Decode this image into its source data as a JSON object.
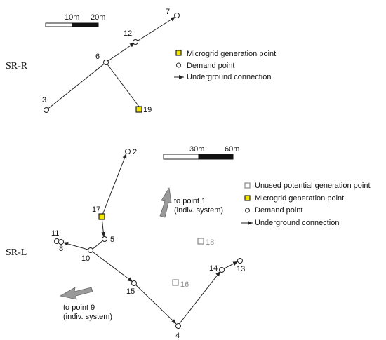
{
  "sr_r": {
    "title": "SR-R",
    "scale": {
      "tick_a": "10m",
      "tick_b": "20m"
    },
    "legend": {
      "generation": "Microgrid generation point",
      "demand": "Demand point",
      "connection": "Underground connection"
    },
    "nodes": {
      "n3": "3",
      "n6": "6",
      "n7": "7",
      "n12": "12",
      "n19": "19"
    }
  },
  "sr_l": {
    "title": "SR-L",
    "scale": {
      "tick_a": "30m",
      "tick_b": "60m"
    },
    "legend": {
      "unused": "Unused potential generation point",
      "generation": "Microgrid generation point",
      "demand": "Demand point",
      "connection": "Underground connection"
    },
    "nodes": {
      "n2": "2",
      "n4": "4",
      "n5": "5",
      "n8": "8",
      "n10": "10",
      "n11": "11",
      "n13": "13",
      "n14": "14",
      "n15": "15",
      "n16": "16",
      "n17": "17",
      "n18": "18"
    },
    "notes": {
      "to_point_1_line1": "to point 1",
      "to_point_1_line2": "(indiv. system)",
      "to_point_9_line1": "to point 9",
      "to_point_9_line2": "(indiv. system)"
    }
  },
  "colors": {
    "generation": "#f2e600",
    "unused": "#999999",
    "big_arrow": "#9a9a9a"
  }
}
